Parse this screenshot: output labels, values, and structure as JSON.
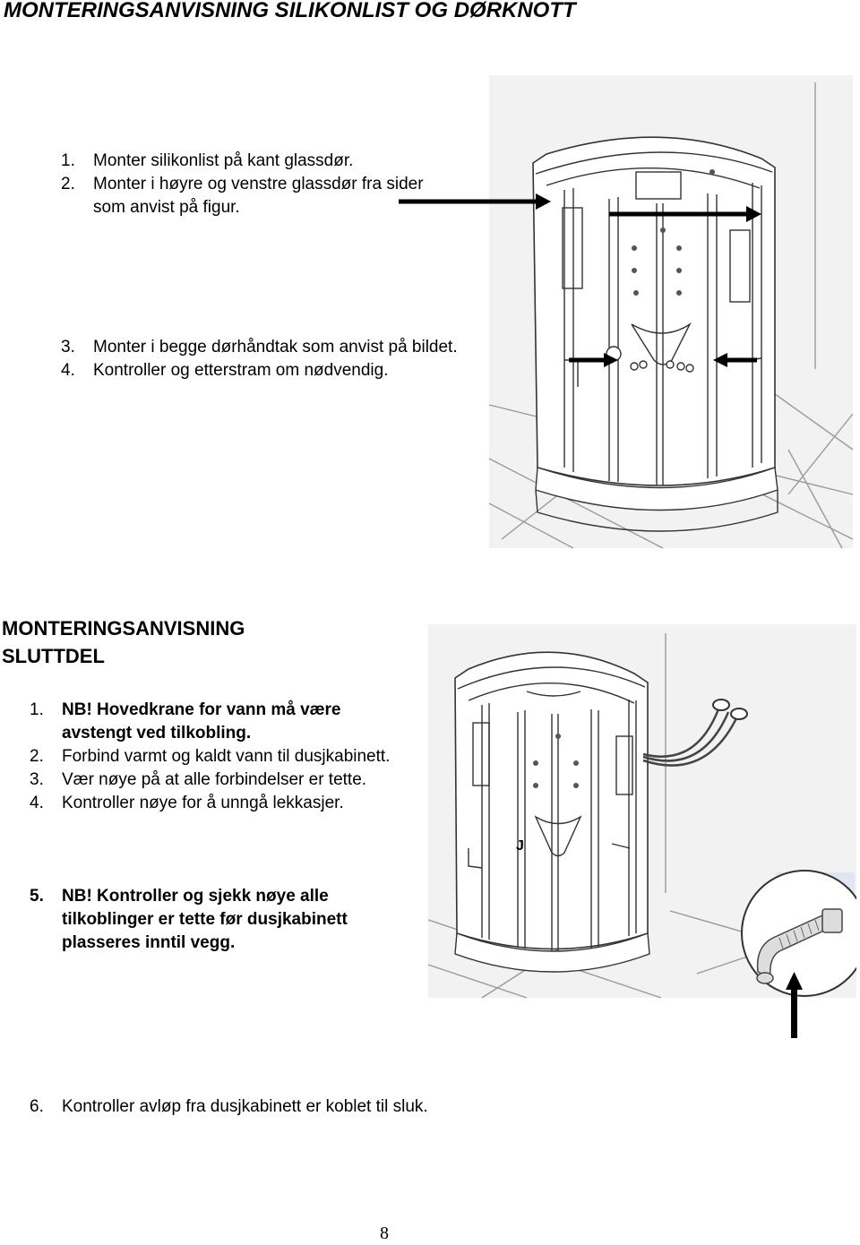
{
  "title": "MONTERINGSANVISNING SILIKONLIST OG DØRKNOTT",
  "section1": {
    "steps": [
      {
        "num": "1.",
        "text": "Monter silikonlist på kant glassdør."
      },
      {
        "num": "2.",
        "text": "Monter i høyre og venstre glassdør fra sider som anvist på figur."
      },
      {
        "num": "3.",
        "text": "Monter i begge dørhåndtak som anvist på bildet."
      },
      {
        "num": "4.",
        "text": "Kontroller og etterstram om nødvendig."
      }
    ]
  },
  "section2": {
    "heading_line1": "MONTERINGSANVISNING",
    "heading_line2": "SLUTTDEL",
    "steps": [
      {
        "num": "1.",
        "text": "NB! Hovedkrane for vann må være avstengt ved tilkobling.",
        "bold": true
      },
      {
        "num": "2.",
        "text": "Forbind varmt og kaldt vann til dusjkabinett.",
        "bold": false
      },
      {
        "num": "3.",
        "text": "Vær nøye på at alle forbindelser er tette.",
        "bold": false
      },
      {
        "num": "4.",
        "text": "Kontroller nøye for å unngå lekkasjer.",
        "bold": false
      },
      {
        "num": "5.",
        "text": "NB! Kontroller og sjekk nøye alle tilkoblinger er tette før dusjkabinett plasseres inntil vegg.",
        "bold": true
      }
    ],
    "step6": {
      "num": "6.",
      "text": "Kontroller avløp fra dusjkabinett er koblet til sluk."
    }
  },
  "figure2_label": "J",
  "page_number": "8"
}
